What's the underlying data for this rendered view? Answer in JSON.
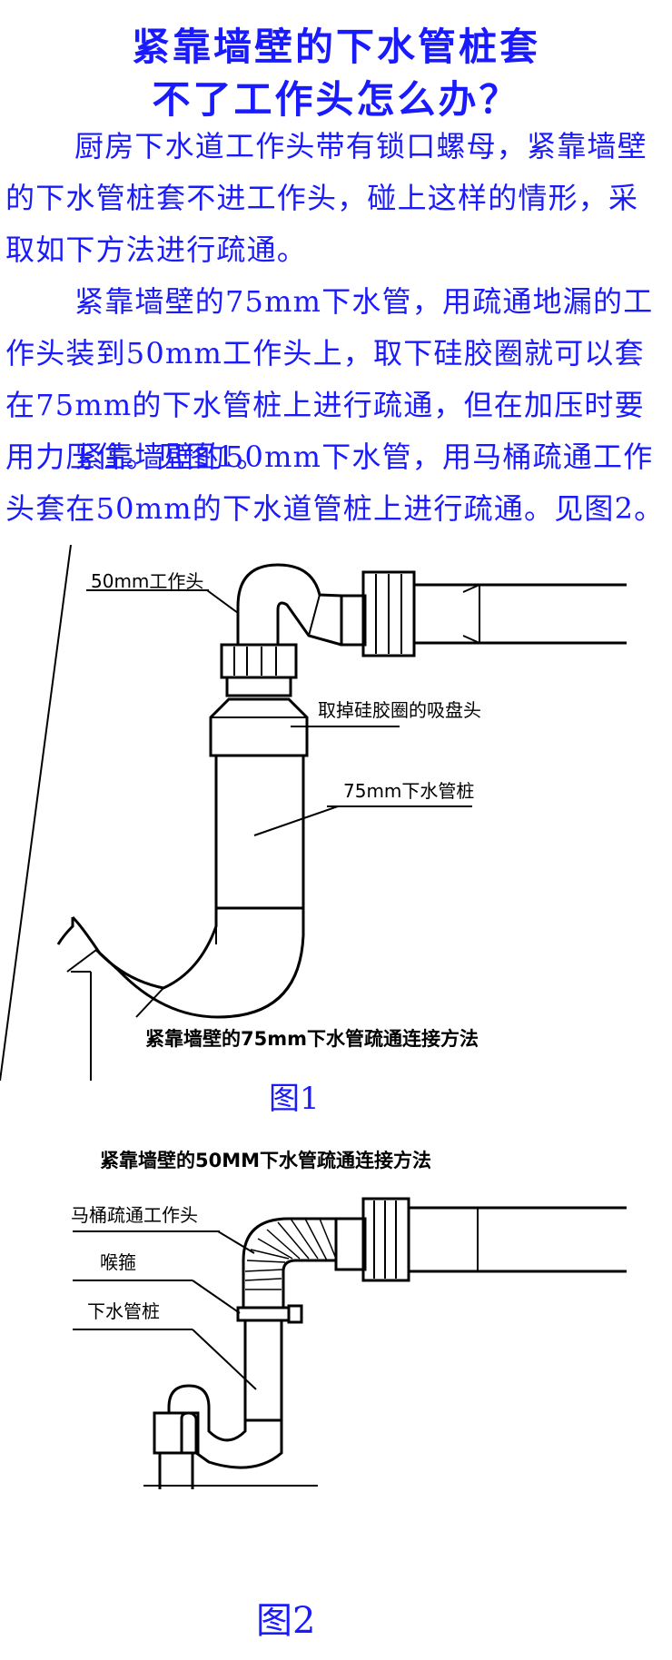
{
  "title_line1": "紧靠墙壁的下水管桩套",
  "title_line2": "不了工作头怎么办？",
  "paragraphs": [
    "厨房下水道工作头带有锁口螺母，紧靠墙壁的下水管桩套不进工作头，碰上这样的情形，采取如下方法进行疏通。",
    "紧靠墙壁的75mm下水管，用疏通地漏的工作头装到50mm工作头上，取下硅胶圈就可以套在75mm的下水管桩上进行疏通，但在加压时要用力压住。见图1。",
    "紧靠墙壁的50mm下水管，用马桶疏通工作头套在50mm的下水道管桩上进行疏通。见图2。"
  ],
  "figure1": {
    "label_head": "50mm工作头",
    "label_suction": "取掉硅胶圈的吸盘头",
    "label_pipe": "75mm下水管桩",
    "caption": "紧靠墙壁的75mm下水管疏通连接方法",
    "number": "图1"
  },
  "figure2": {
    "caption": "紧靠墙壁的50MM下水管疏通连接方法",
    "label_toilet_head": "马桶疏通工作头",
    "label_clamp": "喉箍",
    "label_pipe": "下水管桩",
    "number": "图2"
  },
  "colors": {
    "text": "#1a1aff",
    "drawing": "#000000"
  }
}
